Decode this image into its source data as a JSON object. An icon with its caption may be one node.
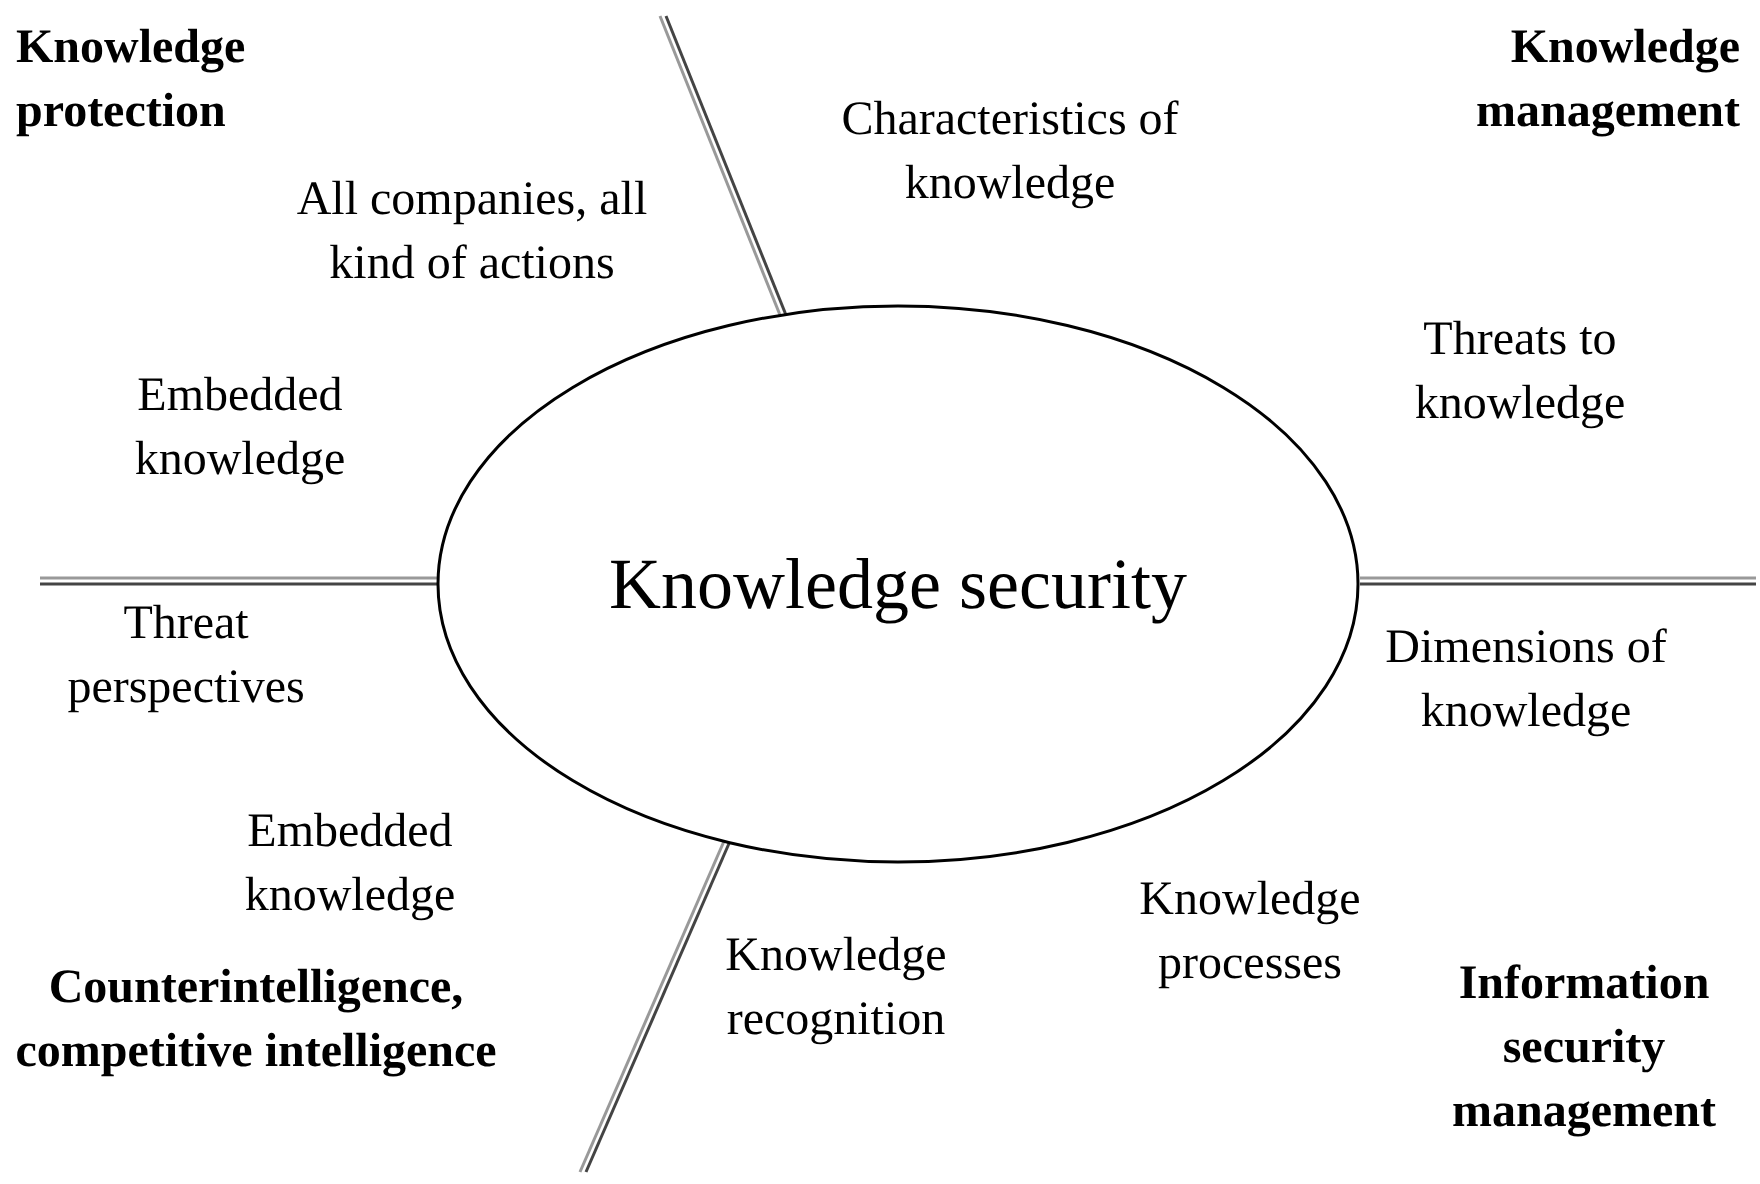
{
  "diagram": {
    "nodes": [
      {
        "text": [
          "Knowledge security"
        ]
      }
    ],
    "labels": [
      "Knowledge protection",
      "Characteristics of knowledge",
      "Knowledge management",
      "All companies, all kind of actions",
      "Threats to knowledge",
      "Embedded knowledge",
      "Threat perspectives",
      "Dimensions of knowledge",
      "Embedded knowledge",
      "Knowledge processes",
      "Counterintelligence, competitive intelligence",
      "Knowledge recognition",
      "Information security management"
    ]
  }
}
